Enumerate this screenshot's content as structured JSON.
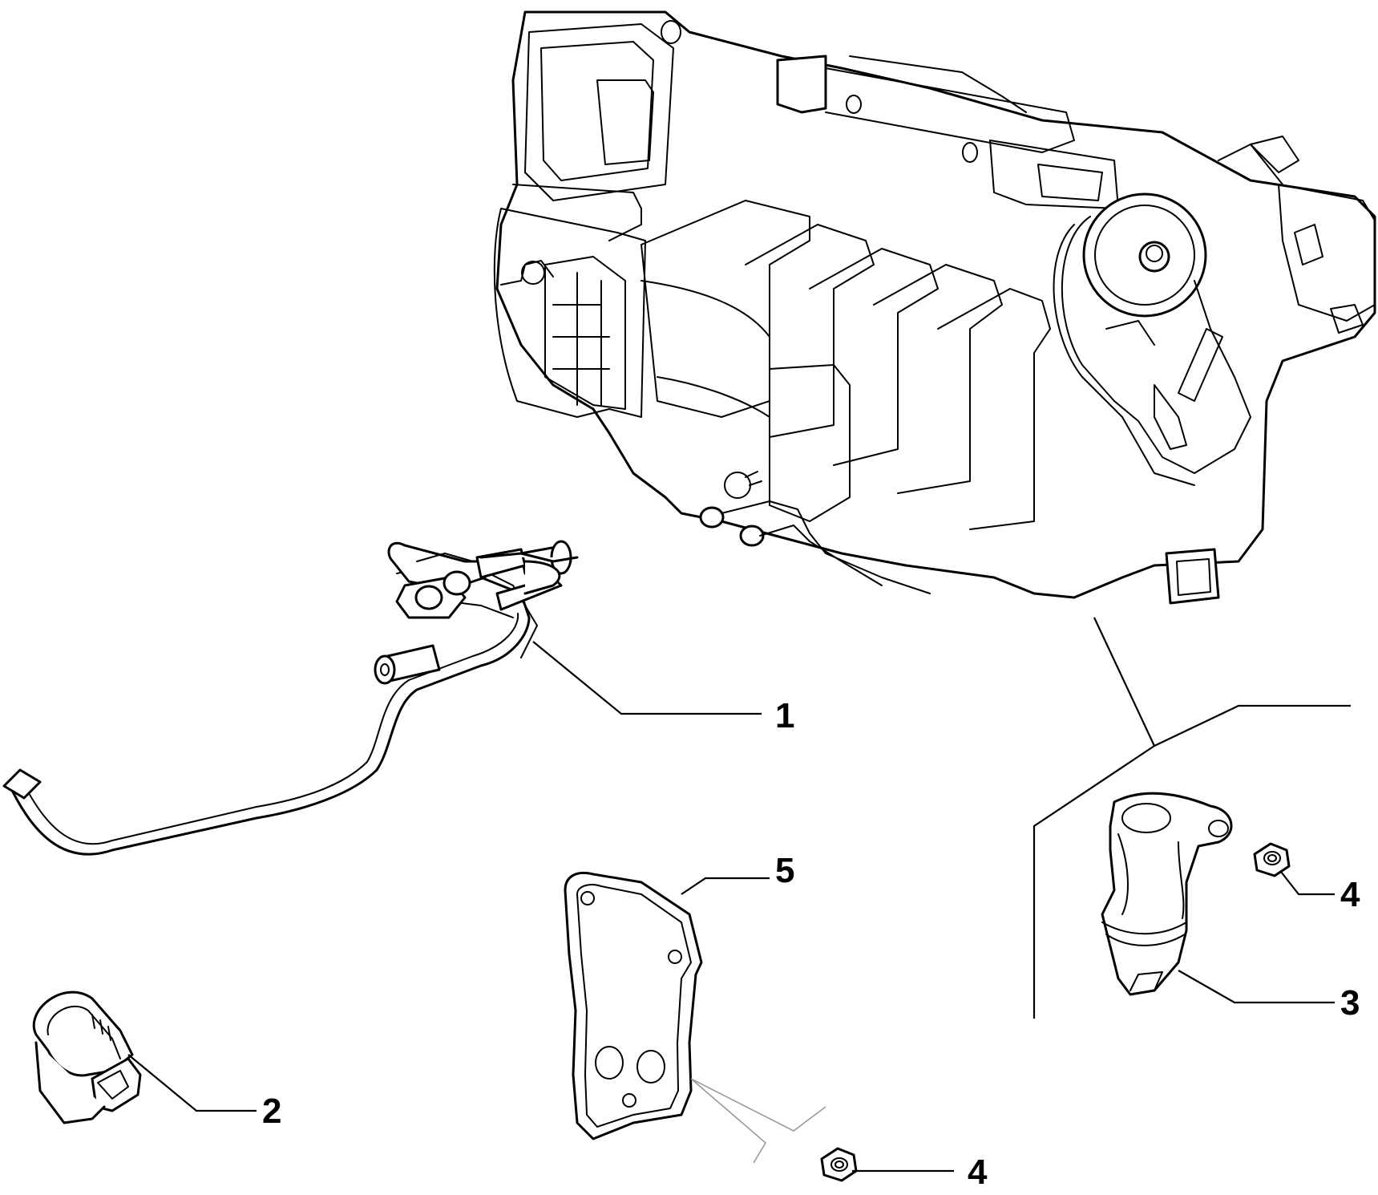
{
  "callouts": {
    "c1": "1",
    "c2": "2",
    "c3": "3",
    "c4a": "4",
    "c4b": "4",
    "c5": "5"
  }
}
